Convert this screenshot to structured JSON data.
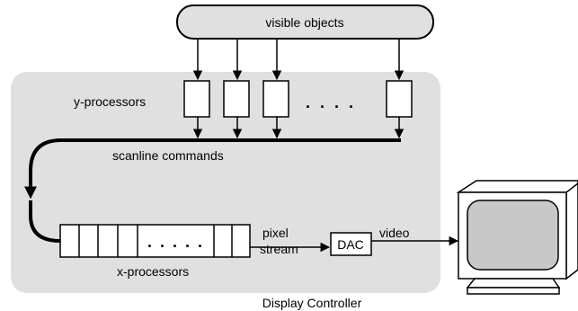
{
  "diagram": {
    "visible_objects_label": "visible objects",
    "y_processors_label": "y-processors",
    "y_dots": ". . . .",
    "scanline_label": "scanline commands",
    "x_processors_label": "x-processors",
    "x_dots": ". . . . .",
    "pixel_label": "pixel",
    "stream_label": "stream",
    "dac_label": "DAC",
    "video_label": "video",
    "controller_label": "Display Controller"
  },
  "colors": {
    "controller_fill": "#e0e0e0",
    "line": "#000000",
    "box_fill": "#ffffff",
    "screen_fill": "#c8c8c8"
  }
}
